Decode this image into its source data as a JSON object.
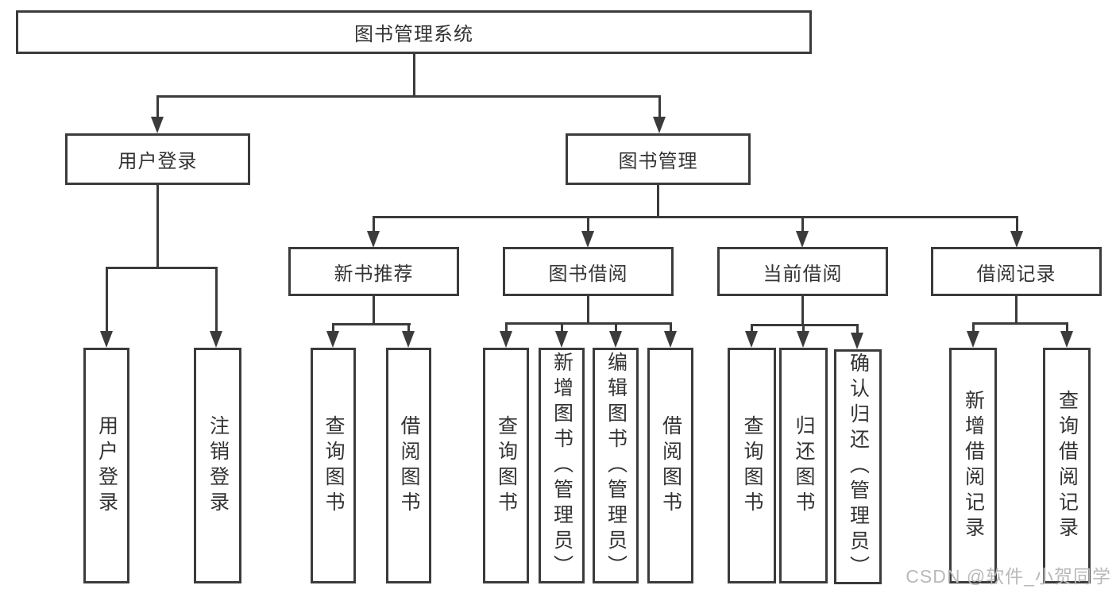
{
  "diagram": {
    "title_node": {
      "label": "图书管理系统"
    },
    "level2": [
      {
        "label": "用户登录"
      },
      {
        "label": "图书管理"
      }
    ],
    "level3": [
      {
        "label": "新书推荐"
      },
      {
        "label": "图书借阅"
      },
      {
        "label": "当前借阅"
      },
      {
        "label": "借阅记录"
      }
    ],
    "children": {
      "user_login": [
        {
          "label": "用户登录"
        },
        {
          "label": "注销登录"
        }
      ],
      "new_book_recommend": [
        {
          "label": "查询图书"
        },
        {
          "label": "借阅图书"
        }
      ],
      "book_borrow": [
        {
          "label": "查询图书"
        },
        {
          "label": "新增图书（管理员）"
        },
        {
          "label": "编辑图书（管理员）"
        },
        {
          "label": "借阅图书"
        }
      ],
      "current_borrow": [
        {
          "label": "查询图书"
        },
        {
          "label": "归还图书"
        },
        {
          "label": "确认归还（管理员）"
        }
      ],
      "borrow_record": [
        {
          "label": "新增借阅记录"
        },
        {
          "label": "查询借阅记录"
        }
      ]
    },
    "colors": {
      "line": "#3b3b3b",
      "text": "#333333",
      "background": "#ffffff"
    }
  },
  "watermark": {
    "text": "CSDN @软件_小贺同学",
    "color": "#b9b9b9"
  }
}
